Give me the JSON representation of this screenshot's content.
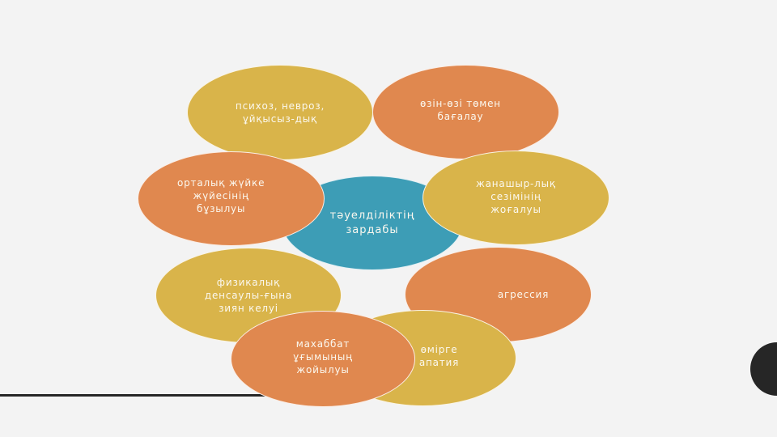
{
  "slide": {
    "colors": {
      "background": "#f3f3f3",
      "orange": "#e0884f",
      "yellow": "#d9b44a",
      "teal": "#3d9db6",
      "accent_dark": "#262626",
      "text": "#fbf8ef"
    }
  },
  "diagram": {
    "center": {
      "label": "тәуелділіктің\nзардабы",
      "color": "teal"
    },
    "nodes": [
      {
        "id": "psychosis",
        "label": "психоз, невроз,\nұйқысыз-дық",
        "color": "yellow"
      },
      {
        "id": "low-self-esteem",
        "label": "өзін-өзі төмен\nбағалау",
        "color": "orange"
      },
      {
        "id": "nervous-system",
        "label": "орталық жүйке\nжүйесінің\nбұзылуы",
        "color": "orange"
      },
      {
        "id": "empathy-loss",
        "label": "жанашыр-лық\nсезімінің\nжоғалуы",
        "color": "yellow"
      },
      {
        "id": "physical-health",
        "label": "физикалық\nденсаулы-ғына\nзиян келуі",
        "color": "yellow"
      },
      {
        "id": "aggression",
        "label": "агрессия",
        "color": "orange"
      },
      {
        "id": "apathy",
        "label": "өмірге\nапатия",
        "color": "yellow"
      },
      {
        "id": "love-loss",
        "label": "махаббат\nұғымының\nжойылуы",
        "color": "orange"
      }
    ]
  }
}
